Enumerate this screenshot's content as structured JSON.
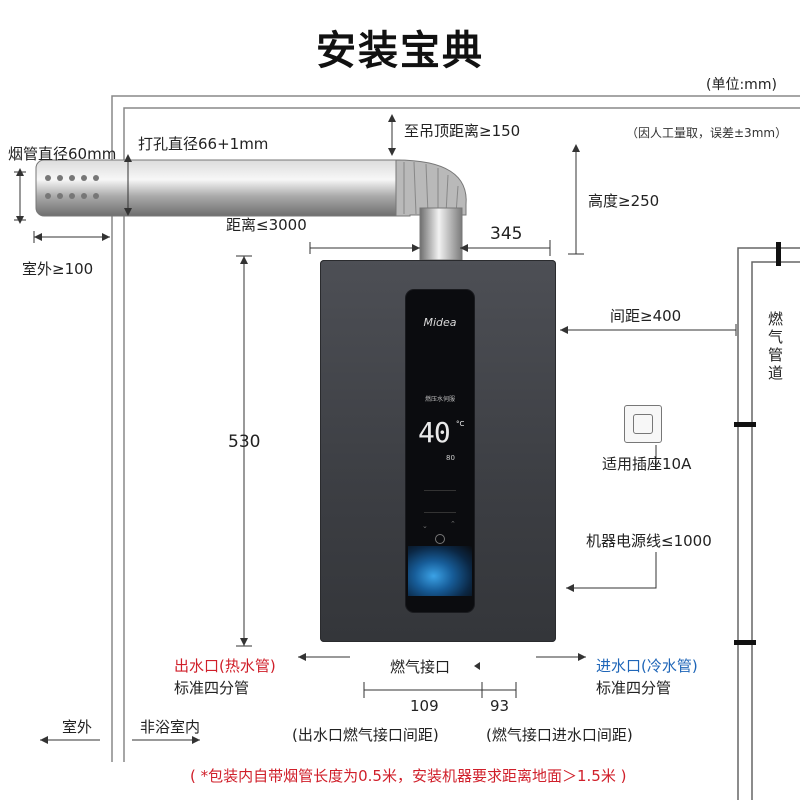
{
  "title": "安装宝典",
  "unit": "(单位:mm)",
  "measure_note": "（因人工量取，误差±3mm）",
  "labels": {
    "flue_diameter": "烟管直径60mm",
    "drill_diameter": "打孔直径66+1mm",
    "ceiling_distance": "至吊顶距离≥150",
    "height": "高度≥250",
    "distance": "距离≤3000",
    "outdoor_min": "室外≥100",
    "pipe_offset": "345",
    "spacing": "间距≥400",
    "gas_pipe": "燃气管道",
    "socket": "适用插座10A",
    "power_cord": "机器电源线≤1000",
    "height_530": "530",
    "outlet": "出水口(热水管)",
    "outlet_std": "标准四分管",
    "gas_inlet": "燃气接口",
    "inlet": "进水口(冷水管)",
    "inlet_std": "标准四分管",
    "dist_109": "109",
    "dist_93": "93",
    "dist_109_desc": "(出水口燃气接口间距)",
    "dist_93_desc": "(燃气接口进水口间距)",
    "outdoor": "室外",
    "indoor": "非浴室内",
    "footnote": "( *包装内自带烟管长度为0.5米，安装机器要求距离地面＞1.5米 )"
  },
  "panel": {
    "brand": "Midea",
    "mode": "燃压水伺服",
    "temperature": "40",
    "temp_unit": "°C",
    "sub_value": "80"
  },
  "colors": {
    "hot": "#d01f2a",
    "cold": "#1f66b8",
    "heater": "#3c3e43"
  }
}
